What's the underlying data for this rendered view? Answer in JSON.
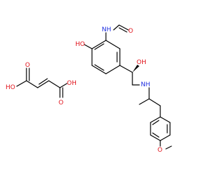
{
  "structure": {
    "colors": {
      "bond": "#000000",
      "oxygen": "#e1131b",
      "nitrogen": "#1f2fe0"
    },
    "labels": {
      "formamide_nh": "NH",
      "formamide_o": "O",
      "phenol_oh": "HO",
      "benzylic_oh": "OH",
      "amine_nh": "NH",
      "methoxy_o": "O",
      "acid_left_oh": "HO",
      "acid_left_o": "O",
      "acid_right_o": "O",
      "acid_right_oh": "OH"
    }
  }
}
